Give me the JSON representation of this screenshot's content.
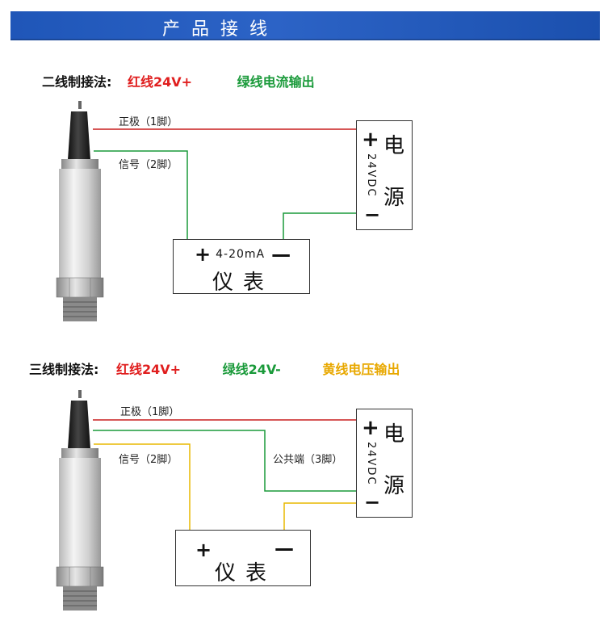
{
  "banner": {
    "title": "产品接线"
  },
  "two_wire": {
    "method_label": "二线制接法:",
    "red_wire": "红线24V+",
    "green_wire": "绿线电流输出",
    "wire_pos": "正极（1脚）",
    "wire_sig": "信号（2脚）",
    "power": {
      "plus": "+",
      "minus": "−",
      "voltage": "24VDC",
      "char1": "电",
      "char2": "源"
    },
    "meter": {
      "plus": "+",
      "range": "4-20mA",
      "minus": "—",
      "label": "仪表"
    }
  },
  "three_wire": {
    "method_label": "三线制接法:",
    "red_wire": "红线24V+",
    "green_wire": "绿线24V-",
    "yellow_wire": "黄线电压输出",
    "wire_pos": "正极（1脚）",
    "wire_sig": "信号（2脚）",
    "wire_com": "公共端（3脚）",
    "power": {
      "plus": "+",
      "minus": "−",
      "voltage": "24VDC",
      "char1": "电",
      "char2": "源"
    },
    "meter": {
      "plus": "+",
      "minus": "—",
      "label": "仪表"
    }
  },
  "colors": {
    "banner": "#2c63c6",
    "red": "#c81e1e",
    "green": "#1a9a3a",
    "yellow": "#e8b800"
  }
}
